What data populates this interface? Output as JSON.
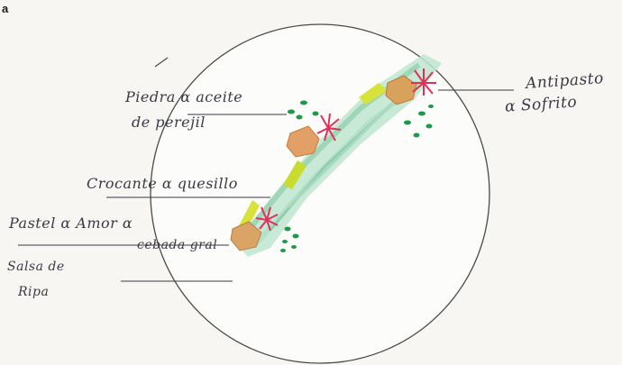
{
  "panel_label": "a",
  "labels": {
    "piedras_line1": "Piedra α aceite",
    "piedras_line2": "de perejil",
    "antipasto_line1": "Antipasto",
    "antipasto_line2": "α Sofrito",
    "crocante": "Crocante α quesillo",
    "pastel_line1": "Pastel α Amor α",
    "pastel_line2": "cebada gral",
    "salsa_line1": "Salsa de",
    "salsa_line2": "Ripa"
  },
  "colors": {
    "plate_outline": "#4a4a4a",
    "sauce_green": "#9ed8b8",
    "yellow_green": "#d7e23a",
    "orange_piece": "#e0a060",
    "red_garnish": "#e0305a",
    "dark_green_dots": "#1c9a4a",
    "ink": "#3a3a44"
  }
}
